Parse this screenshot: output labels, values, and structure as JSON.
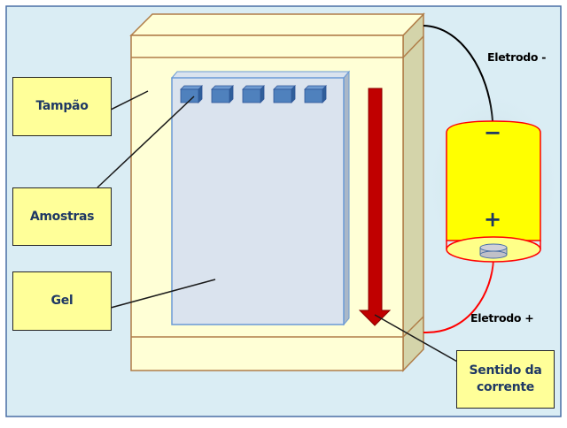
{
  "diagram": {
    "title": "Eletroforese em gel",
    "colors": {
      "background": "#daedf4",
      "frame_border": "#4a6fa5",
      "tank_face": "#ffffd6",
      "tank_side": "#d4d4aa",
      "tank_border": "#b07d48",
      "gel_face": "#dae3ee",
      "gel_border": "#6a9ad6",
      "well_fill": "#4f81bd",
      "well_border": "#2f5597",
      "arrow": "#c00000",
      "battery": "#ffff00",
      "battery_border": "#ff0000",
      "wire_negative": "#000000",
      "wire_positive": "#ff0000",
      "label_fill": "#ffff99",
      "label_text": "#1f3864"
    },
    "labels": {
      "tampao": "Tampão",
      "amostras": "Amostras",
      "gel": "Gel",
      "sentido_line1": "Sentido da",
      "sentido_line2": "corrente"
    },
    "electrodes": {
      "negative": "Eletrodo -",
      "positive": "Eletrodo +"
    },
    "battery": {
      "negative_symbol": "−",
      "positive_symbol": "+"
    },
    "wells_count": 5
  }
}
